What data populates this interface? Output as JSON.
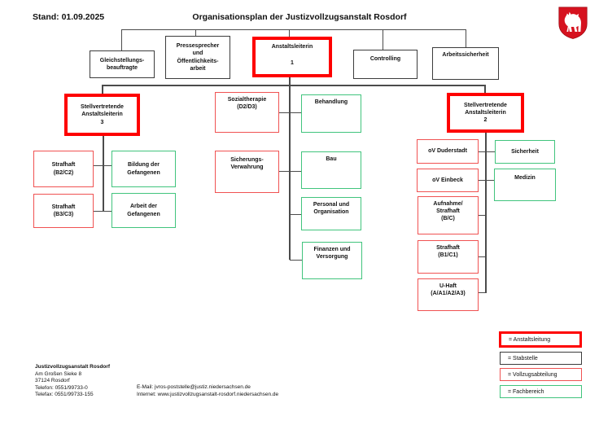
{
  "header": {
    "stand": "Stand: 01.09.2025",
    "title": "Organisationsplan der Justizvollzugsanstalt Rosdorf"
  },
  "colors": {
    "anstaltsleitung_border": "#fe0000",
    "stabstelle_border": "#3c3c3c",
    "vollzugsabteilung_border": "#f05252",
    "fachbereich_border": "#41c47d",
    "connector_line": "#4b4b4b",
    "coat_of_arms_red": "#d6121f"
  },
  "nodes": {
    "gleichstellung": {
      "label": "Gleichstellungs-\nbeauftragte",
      "type": "stabstelle"
    },
    "presse": {
      "label": "Pressesprecher\nund\nÖffentlichkeits-\narbeit",
      "type": "stabstelle"
    },
    "anstaltsleiterin": {
      "label": "Anstaltsleiterin",
      "number": "1",
      "type": "anstaltsleitung"
    },
    "controlling": {
      "label": "Controlling",
      "type": "stabstelle"
    },
    "arbeitssicherheit": {
      "label": "Arbeitssicherheit",
      "type": "stabstelle"
    },
    "stv3": {
      "label": "Stellvertretende\nAnstaltsleiterin\n3",
      "type": "anstaltsleitung"
    },
    "stv2": {
      "label": "Stellvertretende\nAnstaltsleiterin\n2",
      "type": "anstaltsleitung"
    },
    "strafhaft_b2c2": {
      "label": "Strafhaft\n(B2/C2)",
      "type": "vollzugsabteilung"
    },
    "bildung": {
      "label": "Bildung der\nGefangenen",
      "type": "fachbereich"
    },
    "strafhaft_b3c3": {
      "label": "Strafhaft\n(B3/C3)",
      "type": "vollzugsabteilung"
    },
    "arbeit": {
      "label": "Arbeit der\nGefangenen",
      "type": "fachbereich"
    },
    "sozialtherapie": {
      "label": "Sozialtherapie\n(D2/D3)",
      "type": "vollzugsabteilung"
    },
    "behandlung": {
      "label": "Behandlung",
      "type": "fachbereich"
    },
    "sicherungsverwahrung": {
      "label": "Sicherungs-\nVerwahrung",
      "type": "vollzugsabteilung"
    },
    "bau": {
      "label": "Bau",
      "type": "fachbereich"
    },
    "personal": {
      "label": "Personal und\nOrganisation",
      "type": "fachbereich"
    },
    "finanzen": {
      "label": "Finanzen und\nVersorgung",
      "type": "fachbereich"
    },
    "ov_duderstadt": {
      "label": "oV Duderstadt",
      "type": "vollzugsabteilung"
    },
    "sicherheit": {
      "label": "Sicherheit",
      "type": "fachbereich"
    },
    "ov_einbeck": {
      "label": "oV Einbeck",
      "type": "vollzugsabteilung"
    },
    "medizin": {
      "label": "Medizin",
      "type": "fachbereich"
    },
    "aufnahme": {
      "label": "Aufnahme/\nStrafhaft\n(B/C)",
      "type": "vollzugsabteilung"
    },
    "strafhaft_b1c1": {
      "label": "Strafhaft\n(B1/C1)",
      "type": "vollzugsabteilung"
    },
    "uhaft": {
      "label": "U-Haft\n(A/A1/A2/A3)",
      "type": "vollzugsabteilung"
    }
  },
  "legend": {
    "anstaltsleitung": "= Anstaltsleitung",
    "stabstelle": "= Stabstelle",
    "vollzugsabteilung": "= Vollzugsabteilung",
    "fachbereich": "= Fachbereich"
  },
  "footer": {
    "name": "Justizvollzugsanstalt Rosdorf",
    "street": "Am Großen Sieke 8",
    "city": "37124 Rosdorf",
    "phone": "Telefon: 0551/99733-0",
    "fax": "Telefax: 0551/99733-155",
    "email": "E-Mail: jvros-poststelle@justiz.niedersachsen.de",
    "internet": "Internet: www.justizvollzugsanstalt-rosdorf.niedersachsen.de"
  }
}
